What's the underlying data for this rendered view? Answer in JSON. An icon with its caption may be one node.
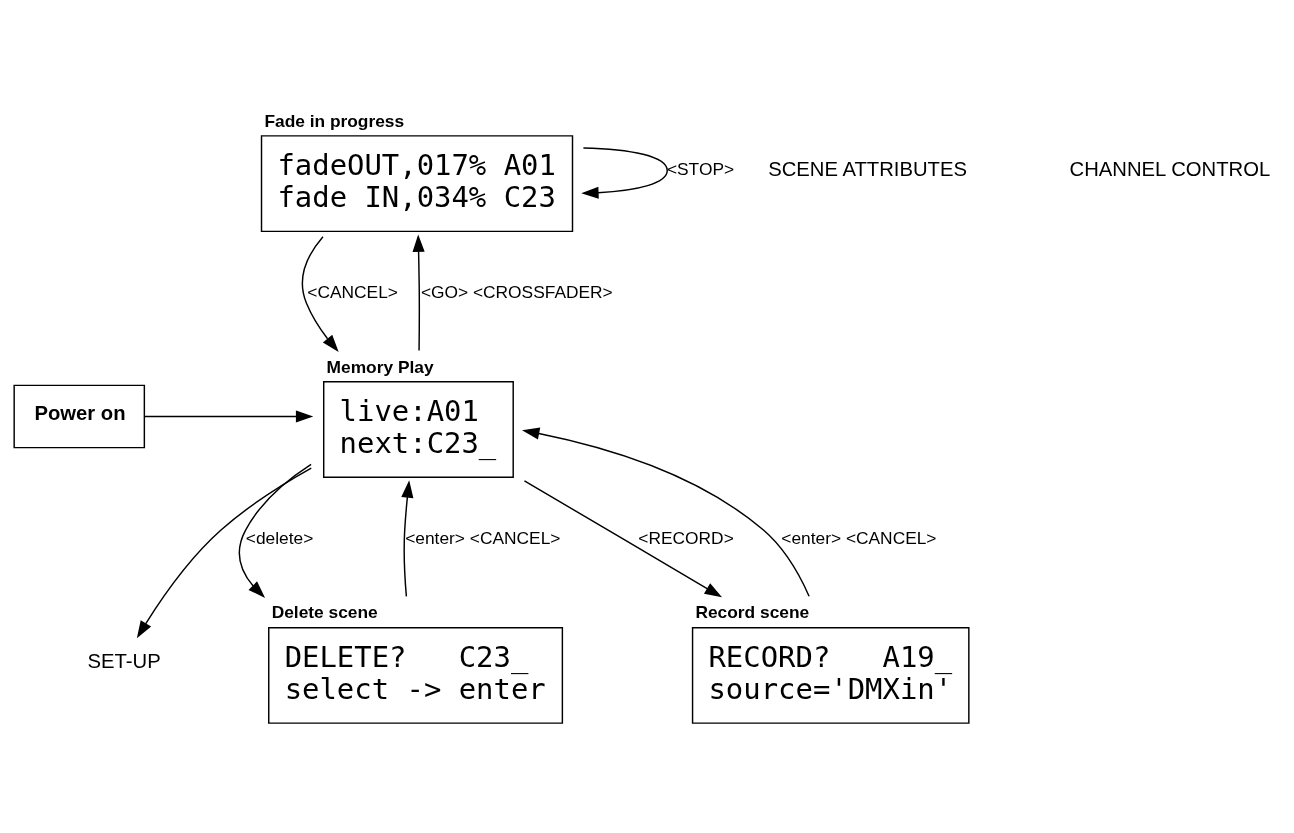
{
  "diagram": {
    "nodes": [
      {
        "text": [
          "Fade in progress",
          "fadeOUT,017% A01",
          "fade IN,034% C23"
        ]
      },
      {
        "text": [
          "Power on"
        ]
      },
      {
        "text": [
          "Memory Play",
          "live:A01",
          "next:C23_"
        ]
      },
      {
        "text": [
          "SET-UP"
        ]
      },
      {
        "text": [
          "Delete scene",
          "DELETE?   C23_",
          "select -> enter"
        ]
      },
      {
        "text": [
          "Record scene",
          "RECORD?   A19_",
          "source='DMXin'"
        ]
      }
    ],
    "edges": [
      {
        "from": 2,
        "to": 0,
        "arrow": "to",
        "label": "<GO> <CROSSFADER>"
      },
      {
        "from": 0,
        "to": 2,
        "arrow": "to",
        "label": "<CANCEL>"
      },
      {
        "from": 0,
        "to": 0,
        "arrow": "to",
        "label": "<STOP>"
      },
      {
        "from": 1,
        "to": 2,
        "arrow": "to"
      },
      {
        "from": 2,
        "to": 4,
        "arrow": "to",
        "label": "<delete>"
      },
      {
        "from": 4,
        "to": 2,
        "arrow": "to",
        "label": "<enter> <CANCEL>"
      },
      {
        "from": 2,
        "to": 3,
        "arrow": "to"
      },
      {
        "from": 5,
        "to": 2,
        "arrow": "to",
        "label": "<enter> <CANCEL>"
      },
      {
        "from": 2,
        "to": 5,
        "arrow": "to",
        "label": "<RECORD>"
      }
    ],
    "labels": [
      "SCENE ATTRIBUTES",
      "CHANNEL CONTROL"
    ]
  }
}
